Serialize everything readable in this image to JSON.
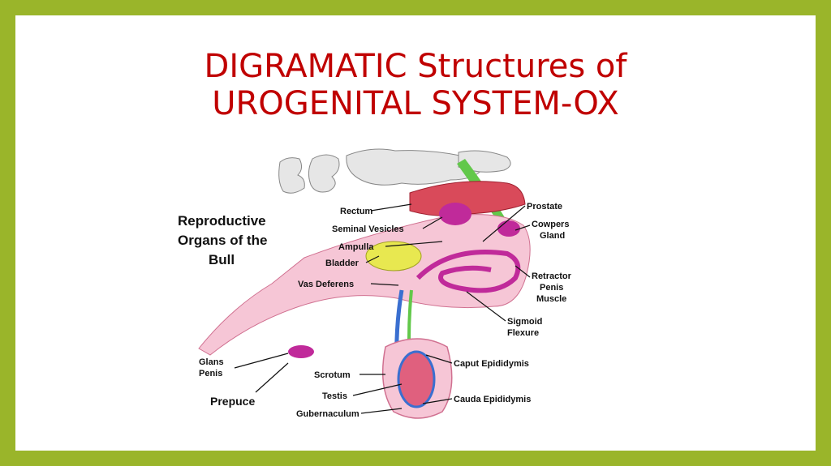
{
  "slide": {
    "title_line1": "DIGRAMATIC  Structures of",
    "title_line2": "UROGENITAL SYSTEM-OX"
  },
  "diagram": {
    "heading": [
      "Reproductive",
      "Organs of the",
      "Bull"
    ],
    "labels": {
      "rectum": "Rectum",
      "seminal_vesicles": "Seminal Vesicles",
      "ampulla": "Ampulla",
      "bladder": "Bladder",
      "vas_deferens": "Vas Deferens",
      "glans_penis": [
        "Glans",
        "Penis"
      ],
      "prepuce": "Prepuce",
      "scrotum": "Scrotum",
      "testis": "Testis",
      "gubernaculum": "Gubernaculum",
      "prostate": "Prostate",
      "cowpers_gland": [
        "Cowpers",
        "Gland"
      ],
      "retractor_penis_muscle": [
        "Retractor",
        "Penis",
        "Muscle"
      ],
      "sigmoid_flexure": [
        "Sigmoid",
        "Flexure"
      ],
      "caput_epididymis": "Caput Epididymis",
      "cauda_epididymis": "Cauda Epididymis"
    }
  },
  "colors": {
    "frame": "#9ab52a",
    "title": "#c00000",
    "rectum": "#d94a5a",
    "green": "#62c84a",
    "pink": "#f2a8c4",
    "bladder": "#e8e850",
    "blue": "#3a6fd0",
    "magenta": "#c02a9a"
  }
}
